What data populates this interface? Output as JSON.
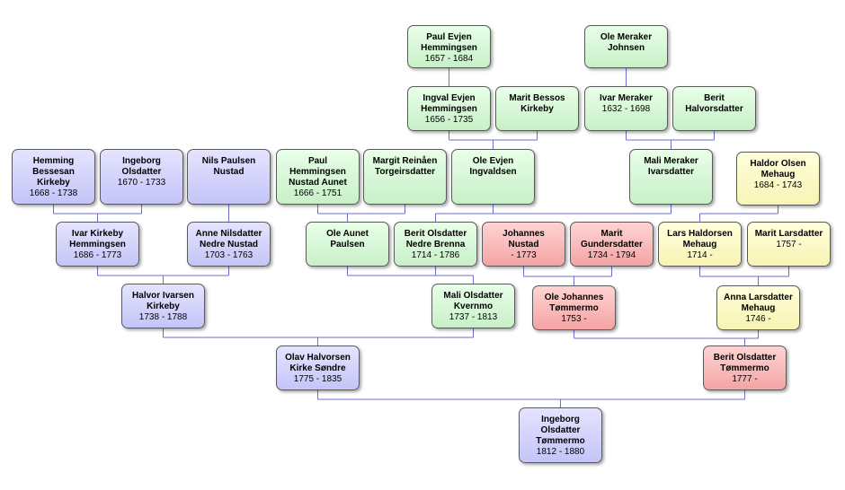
{
  "colors": {
    "line": "#6e6ecc",
    "blue": "#c8c8f8",
    "green": "#d4f4d4",
    "red": "#f8b4b4",
    "yellow": "#fcf8c4"
  },
  "people": [
    {
      "id": "p01",
      "name": "Paul Evjen\nHemmingsen",
      "years": "1657 - 1684",
      "color": "green"
    },
    {
      "id": "p02",
      "name": "Ole Meraker\nJohnsen",
      "years": "",
      "color": "green"
    },
    {
      "id": "p03",
      "name": "Ingval Evjen\nHemmingsen",
      "years": "1656 - 1735",
      "color": "green"
    },
    {
      "id": "p04",
      "name": "Marit Bessos\nKirkeby",
      "years": "",
      "color": "green"
    },
    {
      "id": "p05",
      "name": "Ivar Meraker",
      "years": "1632 - 1698",
      "color": "green"
    },
    {
      "id": "p06",
      "name": "Berit\nHalvorsdatter",
      "years": "",
      "color": "green"
    },
    {
      "id": "p07",
      "name": "Hemming\nBessesan\nKirkeby",
      "years": "1668 - 1738",
      "color": "blue"
    },
    {
      "id": "p08",
      "name": "Ingeborg\nOlsdatter",
      "years": "1670 - 1733",
      "color": "blue"
    },
    {
      "id": "p09",
      "name": "Nils Paulsen\nNustad",
      "years": "",
      "color": "blue"
    },
    {
      "id": "p10",
      "name": "Paul\nHemmingsen\nNustad Aunet",
      "years": "1666 - 1751",
      "color": "green"
    },
    {
      "id": "p11",
      "name": "Margit Reinåen\nTorgeirsdatter",
      "years": "",
      "color": "green"
    },
    {
      "id": "p12",
      "name": "Ole Evjen\nIngvaldsen",
      "years": "",
      "color": "green"
    },
    {
      "id": "p13",
      "name": "Mali Meraker\nIvarsdatter",
      "years": "",
      "color": "green"
    },
    {
      "id": "p14",
      "name": "Haldor Olsen\nMehaug",
      "years": "1684 - 1743",
      "color": "yellow"
    },
    {
      "id": "p15",
      "name": "Ivar Kirkeby\nHemmingsen",
      "years": "1686 - 1773",
      "color": "blue"
    },
    {
      "id": "p16",
      "name": "Anne Nilsdatter\nNedre Nustad",
      "years": "1703 - 1763",
      "color": "blue"
    },
    {
      "id": "p17",
      "name": "Ole Aunet\nPaulsen",
      "years": "",
      "color": "green"
    },
    {
      "id": "p18",
      "name": "Berit Olsdatter\nNedre Brenna",
      "years": "1714 - 1786",
      "color": "green"
    },
    {
      "id": "p19",
      "name": "Johannes\nNustad",
      "years": "- 1773",
      "color": "red"
    },
    {
      "id": "p20",
      "name": "Marit\nGundersdatter",
      "years": "1734 - 1794",
      "color": "red"
    },
    {
      "id": "p21",
      "name": "Lars Haldorsen\nMehaug",
      "years": "1714 -",
      "color": "yellow"
    },
    {
      "id": "p22",
      "name": "Marit Larsdatter",
      "years": "1757 -",
      "color": "yellow"
    },
    {
      "id": "p23",
      "name": "Halvor Ivarsen\nKirkeby",
      "years": "1738 - 1788",
      "color": "blue"
    },
    {
      "id": "p24",
      "name": "Mali Olsdatter\nKvernmo",
      "years": "1737 - 1813",
      "color": "green"
    },
    {
      "id": "p25",
      "name": "Ole Johannes\nTømmermo",
      "years": "1753 -",
      "color": "red"
    },
    {
      "id": "p26",
      "name": "Anna Larsdatter\nMehaug",
      "years": "1746 -",
      "color": "yellow"
    },
    {
      "id": "p27",
      "name": "Olav Halvorsen\nKirke Søndre",
      "years": "1775 - 1835",
      "color": "blue"
    },
    {
      "id": "p28",
      "name": "Berit Olsdatter\nTømmermo",
      "years": "1777 -",
      "color": "red"
    },
    {
      "id": "p29",
      "name": "Ingeborg\nOlsdatter\nTømmermo",
      "years": "1812 - 1880",
      "color": "blue"
    }
  ],
  "links": [
    [
      "p01",
      "p03"
    ],
    [
      "p02",
      "p05"
    ],
    [
      "p03",
      "p12"
    ],
    [
      "p04",
      "p12"
    ],
    [
      "p05",
      "p13"
    ],
    [
      "p06",
      "p13"
    ],
    [
      "p07",
      "p15"
    ],
    [
      "p08",
      "p15"
    ],
    [
      "p09",
      "p16"
    ],
    [
      "p10",
      "p17"
    ],
    [
      "p11",
      "p17"
    ],
    [
      "p12",
      "p18"
    ],
    [
      "p13",
      "p18"
    ],
    [
      "p14",
      "p21"
    ],
    [
      "p15",
      "p23"
    ],
    [
      "p16",
      "p23"
    ],
    [
      "p17",
      "p24"
    ],
    [
      "p18",
      "p24"
    ],
    [
      "p19",
      "p25"
    ],
    [
      "p20",
      "p25"
    ],
    [
      "p21",
      "p26"
    ],
    [
      "p22",
      "p26"
    ],
    [
      "p23",
      "p27"
    ],
    [
      "p24",
      "p27"
    ],
    [
      "p25",
      "p28"
    ],
    [
      "p26",
      "p28"
    ],
    [
      "p27",
      "p29"
    ],
    [
      "p28",
      "p29"
    ]
  ]
}
